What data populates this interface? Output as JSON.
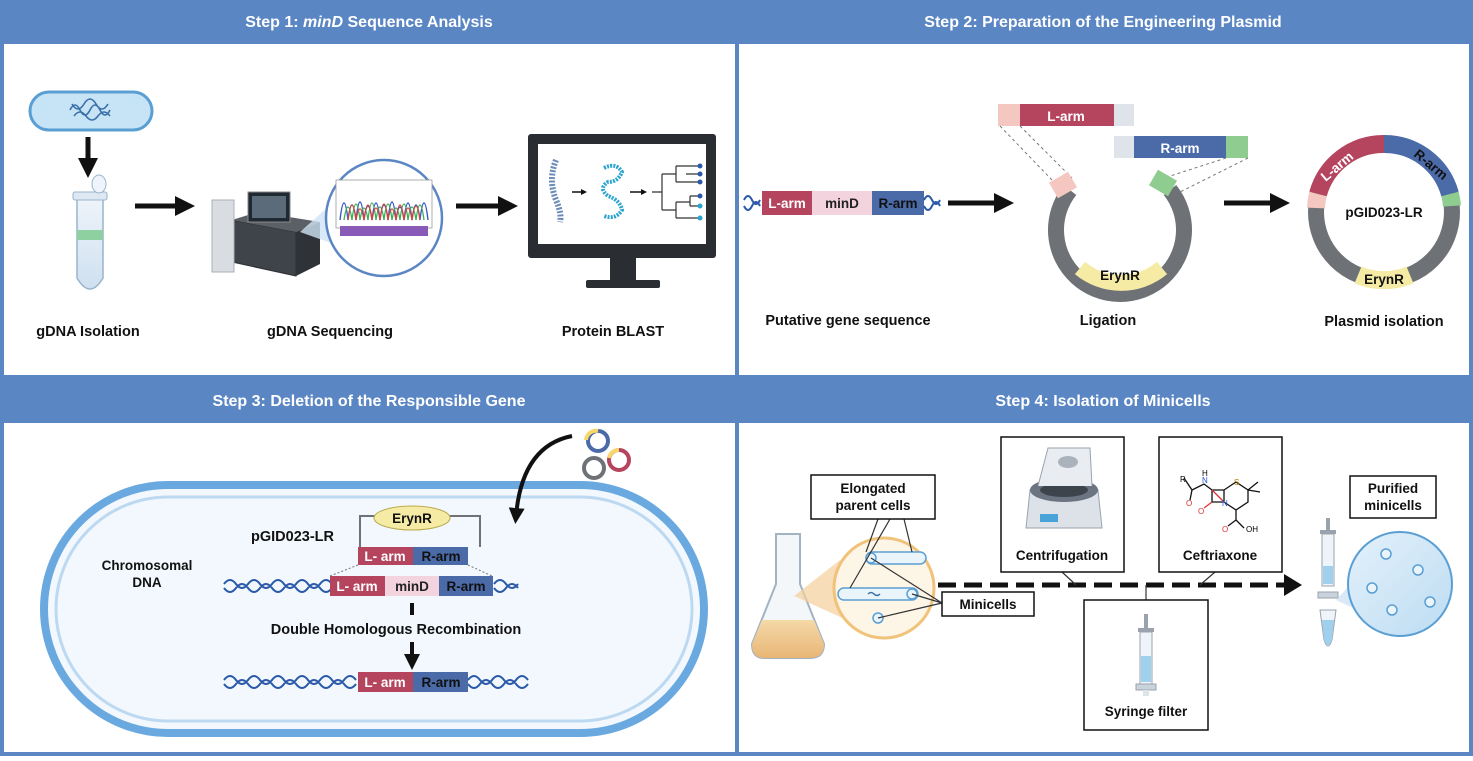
{
  "step1": {
    "title_prefix": "Step 1: ",
    "title_italic": "minD",
    "title_suffix": " Sequence Analysis",
    "labels": {
      "gdna_isolation": "gDNA Isolation",
      "gdna_sequencing": "gDNA Sequencing",
      "protein_blast": "Protein BLAST"
    }
  },
  "step2": {
    "title": "Step 2: Preparation of the Engineering Plasmid",
    "gene": {
      "l_arm": "L-arm",
      "mind": "minD",
      "r_arm": "R-arm"
    },
    "ligation": {
      "l_arm": "L-arm",
      "r_arm": "R-arm",
      "eryn": "ErynR"
    },
    "plasmid": {
      "name": "pGID023-LR",
      "l_arm": "L-arm",
      "r_arm": "R-arm",
      "eryn": "ErynR"
    },
    "labels": {
      "putative": "Putative gene sequence",
      "ligation": "Ligation",
      "plasmid_isolation": "Plasmid isolation"
    }
  },
  "step3": {
    "title": "Step 3: Deletion of the Responsible Gene",
    "plasmid_name": "pGID023-LR",
    "eryn": "ErynR",
    "plasmid_l": "L- arm",
    "plasmid_r": "R-arm",
    "chrom_line1": "Chromosomal",
    "chrom_line2": "DNA",
    "chrom_l": "L- arm",
    "chrom_mind": "minD",
    "chrom_r": "R-arm",
    "recombination": "Double Homologous Recombination",
    "result_l": "L- arm",
    "result_r": "R-arm"
  },
  "step4": {
    "title": "Step 4: Isolation of Minicells",
    "elongated_line1": "Elongated",
    "elongated_line2": "parent cells",
    "minicells": "Minicells",
    "centrifugation": "Centrifugation",
    "ceftriaxone": "Ceftriaxone",
    "syringe_filter": "Syringe filter",
    "purified_line1": "Purified",
    "purified_line2": "minicells",
    "chem": {
      "r": "R",
      "h": "H",
      "n": "N",
      "o": "O",
      "s": "S",
      "oh": "OH"
    }
  },
  "colors": {
    "header": "#5b86c4",
    "border": "#5b86c4",
    "l_arm": "#b5445f",
    "r_arm": "#4a6aa8",
    "mind": "#f3d4de",
    "eryn": "#f6eba4",
    "plasmid_ring": "#6e7176",
    "pink_block": "#f4c8c0",
    "green_block": "#8fcc8f"
  }
}
